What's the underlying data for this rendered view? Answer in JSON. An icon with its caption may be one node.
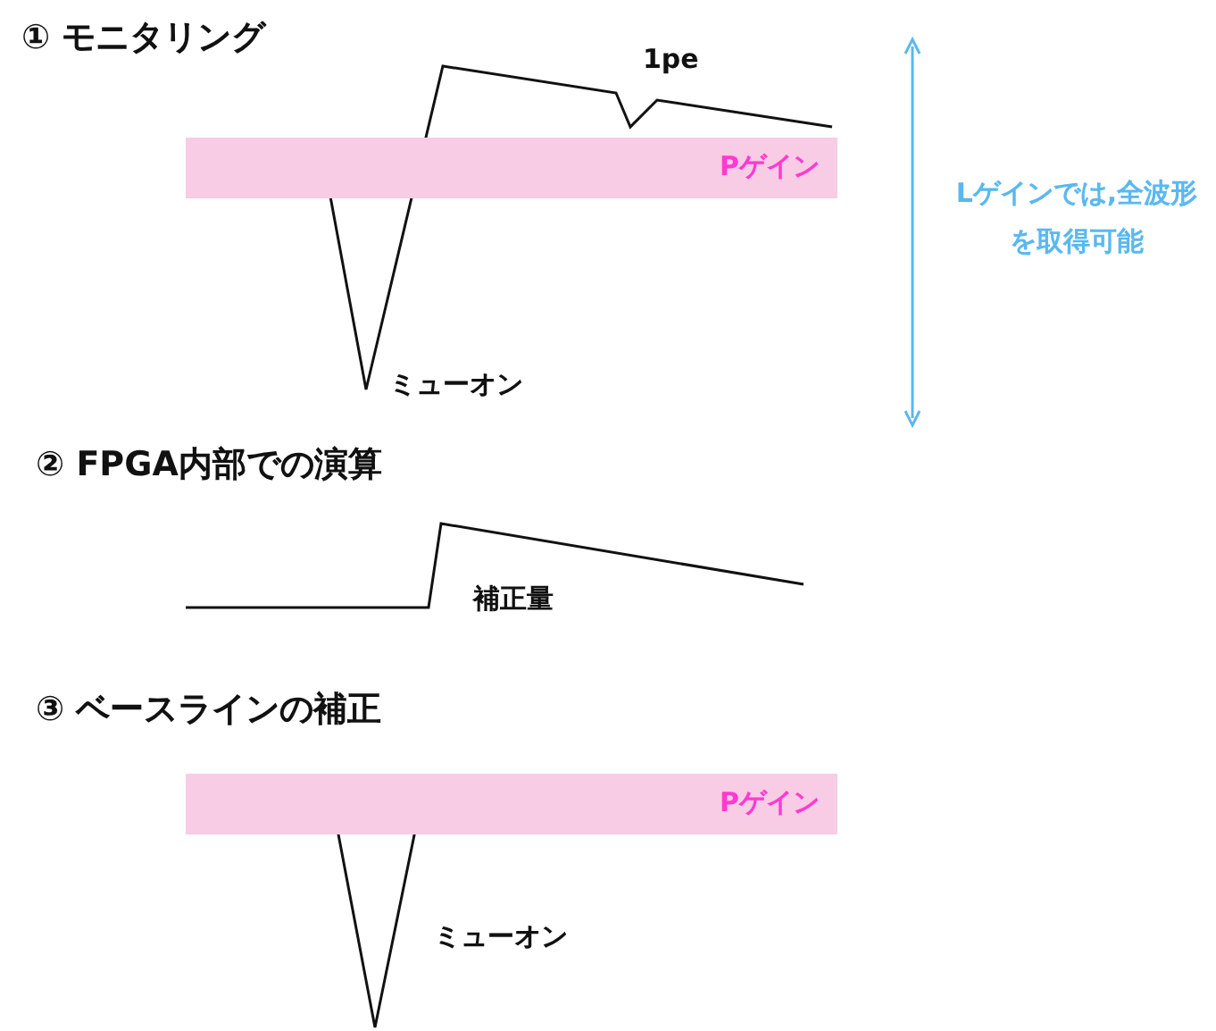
{
  "diagram": {
    "nodes": [
      {
        "text": [
          "Pゲイン"
        ]
      },
      {
        "text": [
          "Pゲイン"
        ]
      }
    ],
    "edges": [],
    "labels": [
      "① モニタリング",
      "1pe",
      "Lゲインでは,全波形を取得可能",
      "ミューオン",
      "② FPGA内部での演算",
      "補正量",
      "③ ベースラインの補正",
      "ミューオン"
    ]
  }
}
